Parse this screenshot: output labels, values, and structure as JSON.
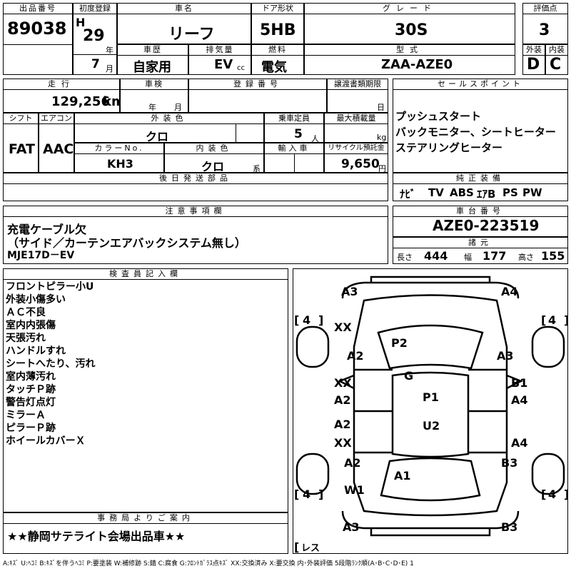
{
  "header": {
    "lot_label": "出品番号",
    "lot_number": "89038",
    "reg_label": "初度登録",
    "era": "H",
    "year": "29",
    "year_unit": "年",
    "month": "7",
    "month_unit": "月",
    "car_name_label": "車名",
    "car_name": "リーフ",
    "door_label": "ドア形状",
    "door": "5HB",
    "grade_label": "グレード",
    "grade": "30S",
    "score_label": "評価点",
    "score": "3",
    "history_label": "車歴",
    "history": "自家用",
    "displacement_label": "排気量",
    "displacement": "EV",
    "displacement_unit": "cc",
    "fuel_label": "燃料",
    "fuel": "電気",
    "model_label": "型式",
    "model": "ZAA-AZE0",
    "exterior_label": "外装",
    "exterior": "D",
    "interior_label": "内装",
    "interior": "C"
  },
  "row2": {
    "mileage_label": "走行",
    "mileage": "129,256",
    "mileage_unit": "km",
    "inspection_label": "車検",
    "year_unit": "年",
    "month_unit": "月",
    "plate_label": "登録番号",
    "transfer_label": "譲渡書類期限",
    "day_unit": "日",
    "sales_label": "セールスポイント",
    "sales_points": [
      "プッシュスタート",
      "バックモニター、シートヒーター",
      "ステアリングヒーター"
    ],
    "shift_label": "シフト",
    "shift": "FAT",
    "ac_label": "エアコン",
    "ac": "AAC",
    "color_label": "外装色",
    "color": "クロ",
    "capacity_label": "乗車定員",
    "capacity": "5",
    "capacity_unit": "人",
    "load_label": "最大積載量",
    "load_unit": "kg",
    "color_no_label": "カラーNo.",
    "color_no": "KH3",
    "int_color_label": "内装色",
    "int_color": "クロ",
    "int_color_unit": "系",
    "import_label": "輸入車",
    "recycle_label": "リサイクル預託金",
    "recycle": "9,650",
    "recycle_unit": "円"
  },
  "later_parts_label": "後日発送部品",
  "equipment_label": "純正装備",
  "equipment": [
    "ﾅﾋﾞ",
    "TV",
    "ABS",
    "ｴｱB",
    "PS",
    "PW"
  ],
  "notes_label": "注意事項欄",
  "notes": [
    "充電ケーブル欠",
    "（サイド／カーテンエアバックシステム無し）",
    "MJE17D－EV"
  ],
  "chassis_label": "車台番号",
  "chassis": "AZE0-223519",
  "specs_label": "諸元",
  "length_label": "長さ",
  "length": "444",
  "width_label": "幅",
  "width": "177",
  "height_label": "高さ",
  "height": "155",
  "inspector_label": "検査員記入欄",
  "inspector_notes": [
    "フロントピラー小U",
    "外装小傷多い",
    "ＡＣ不良",
    "室内内張傷",
    "天張汚れ",
    "ハンドルすれ",
    "シートへたり、汚れ",
    "室内薄汚れ",
    "タッチＰ跡",
    "警告灯点灯",
    "ミラーＡ",
    "ピラーＰ跡",
    "ホイールカバーＸ"
  ],
  "office_label": "事務局よりご案内",
  "office_note": "★★静岡サテライト会場出品車★★",
  "diagram": {
    "tire_fl": "4",
    "tire_fr": "4",
    "tire_rl": "4",
    "tire_rr": "4",
    "spare": "レス",
    "codes": {
      "front_left_corner": "A3",
      "front_right_corner": "A4",
      "hood_left": "XX",
      "fender_left": "A2",
      "roof": "P2",
      "fender_right": "A3",
      "front_door_left_1": "XX",
      "front_door_left_2": "A2",
      "glass": "G",
      "front_door_right_1": "B1",
      "front_door_right_2": "A4",
      "center": "P1",
      "rear_door_left_1": "A2",
      "rear_door_left_2": "XX",
      "trunk_area": "U2",
      "rear_door_right": "A4",
      "quarter_left": "A2",
      "quarter_right": "B3",
      "rear_glass": "A1",
      "rear_wheel_left": "W1",
      "rear_left_corner": "A3",
      "rear_right_corner": "B3"
    }
  },
  "legend": "A:ｷｽﾞ U:ﾍｺﾐ B:ｷｽﾞを伴うﾍｺﾐ P:要塗装 W:補修跡 S:錆 C:腐食 G:ﾌﾛﾝﾄｶﾞﾗｽ点ｷｽﾞ XX:交換済み X:要交換 内･外装評価 5段階ﾗﾝｸ順(A･B･C･D･E) 1"
}
